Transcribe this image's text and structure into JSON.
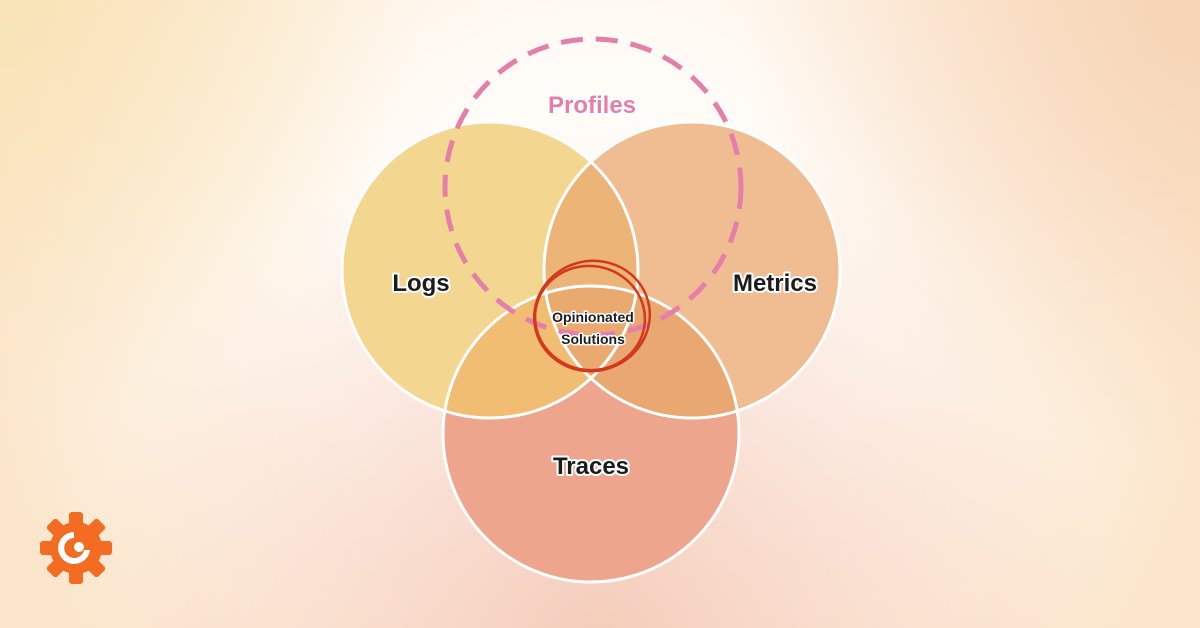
{
  "diagram": {
    "type": "venn",
    "sets": [
      {
        "id": "logs",
        "label": "Logs",
        "color": "#f3d690"
      },
      {
        "id": "metrics",
        "label": "Metrics",
        "color": "#f0bd92"
      },
      {
        "id": "traces",
        "label": "Traces",
        "color": "#eda58d"
      },
      {
        "id": "profiles",
        "label": "Profiles",
        "color": "#e57fa9",
        "style": "dashed"
      }
    ],
    "intersections": {
      "logs_metrics": "#ecb577",
      "logs_traces": "#f0bd72",
      "metrics_traces": "#e9a771",
      "all_three": "#e9a96f"
    },
    "center_label": {
      "line1": "Opinionated",
      "line2": "Solutions"
    },
    "center_marker_color": "#d3391d",
    "logo": {
      "icon": "grafana-logo-icon",
      "color": "#f46b22"
    }
  }
}
